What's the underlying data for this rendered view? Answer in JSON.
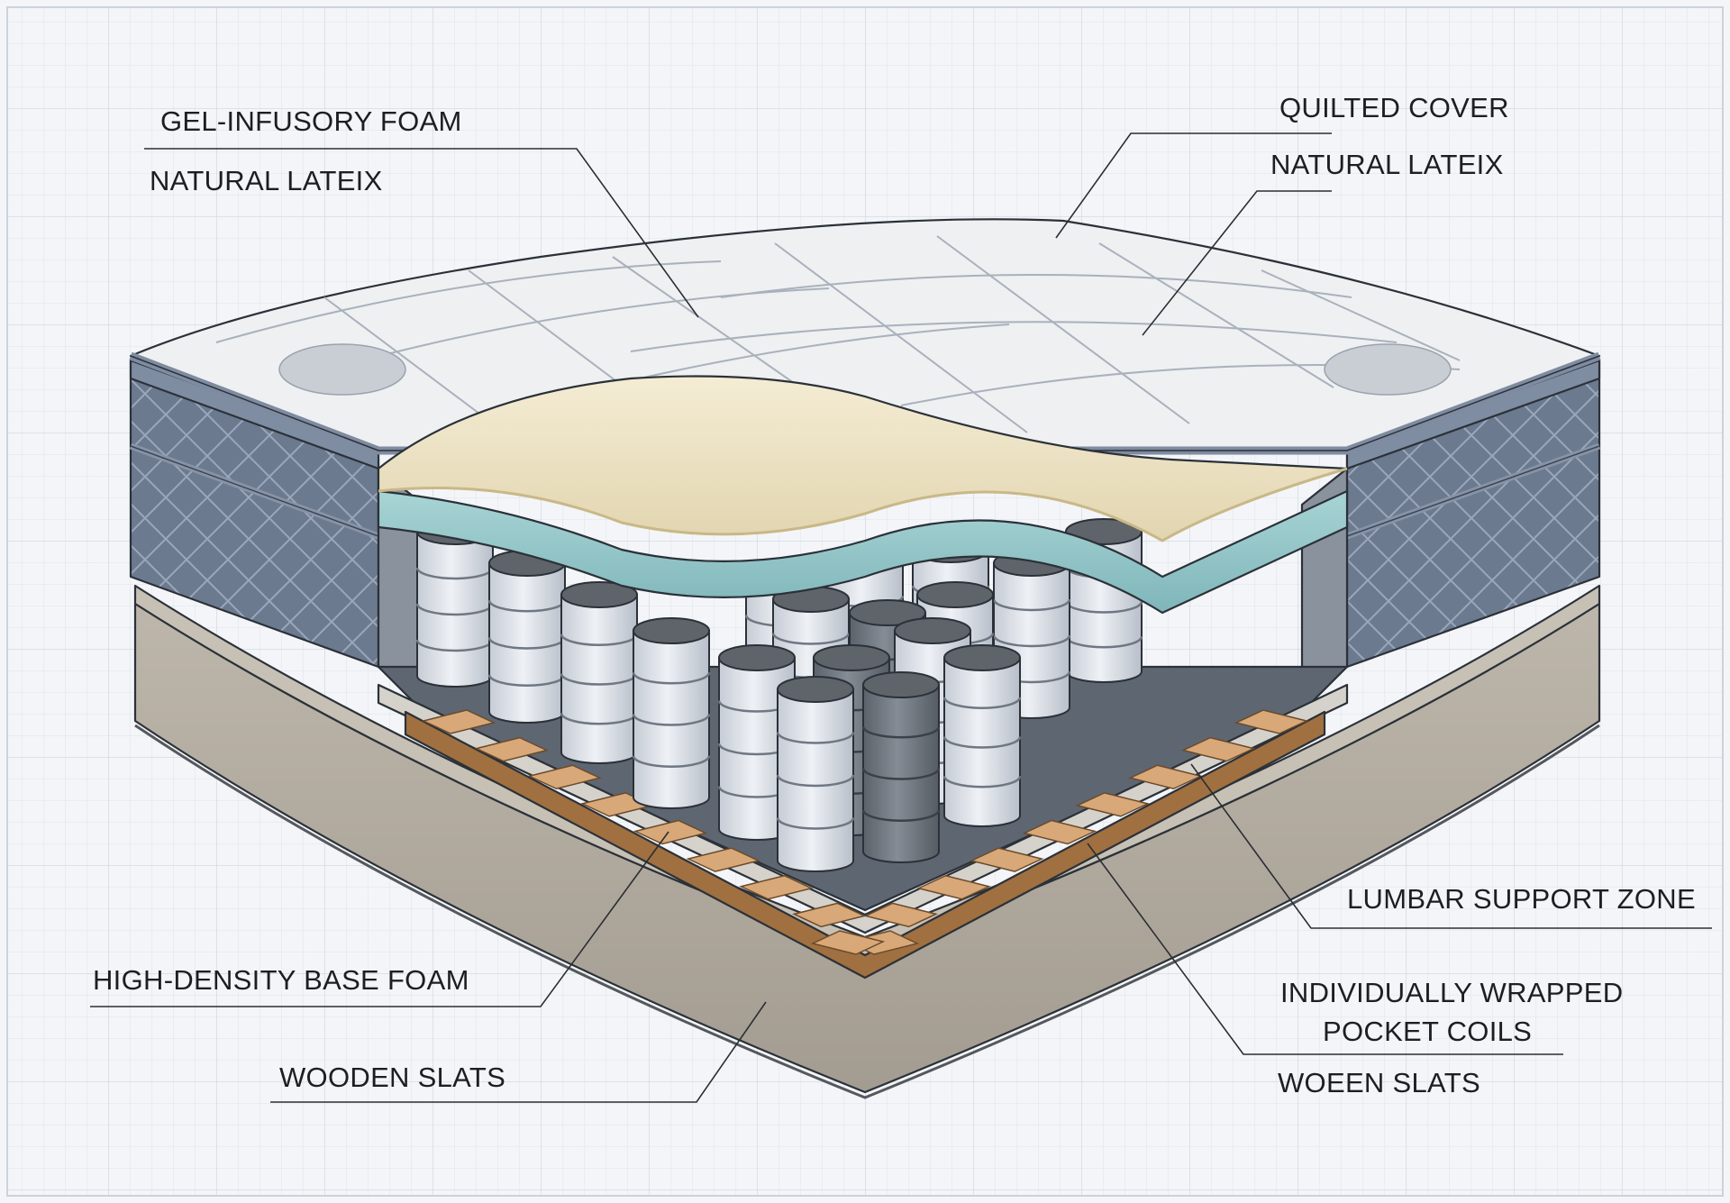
{
  "labels": {
    "gel_infusory_foam": "GEL-INFUSORY FOAM",
    "natural_latex_left": "NATURAL LATEIX",
    "quilted_cover": "QUILTED COVER",
    "natural_latex_right": "NATURAL LATEIX",
    "lumbar_support_zone": "LUMBAR SUPPORT ZONE",
    "high_density_base_foam": "HIGH-DENSITY BASE FOAM",
    "individually_wrapped_line1": "INDIVIDUALLY WRAPPED",
    "individually_wrapped_line2": "POCKET COILS",
    "wooden_slats_left": "WOODEN SLATS",
    "wooden_slats_right": "WOEEN SLATS"
  },
  "colors": {
    "grid_background": "#f3f5f8",
    "quilted_top": "#eef0f2",
    "side_panel": "#6c7a90",
    "latex_layer": "#ede3c6",
    "gel_layer": "#8fc3c6",
    "coil_light": "#dde2e8",
    "coil_dark": "#6d737b",
    "base_foam": "#b2aba0",
    "wood_slat": "#d8a878"
  }
}
